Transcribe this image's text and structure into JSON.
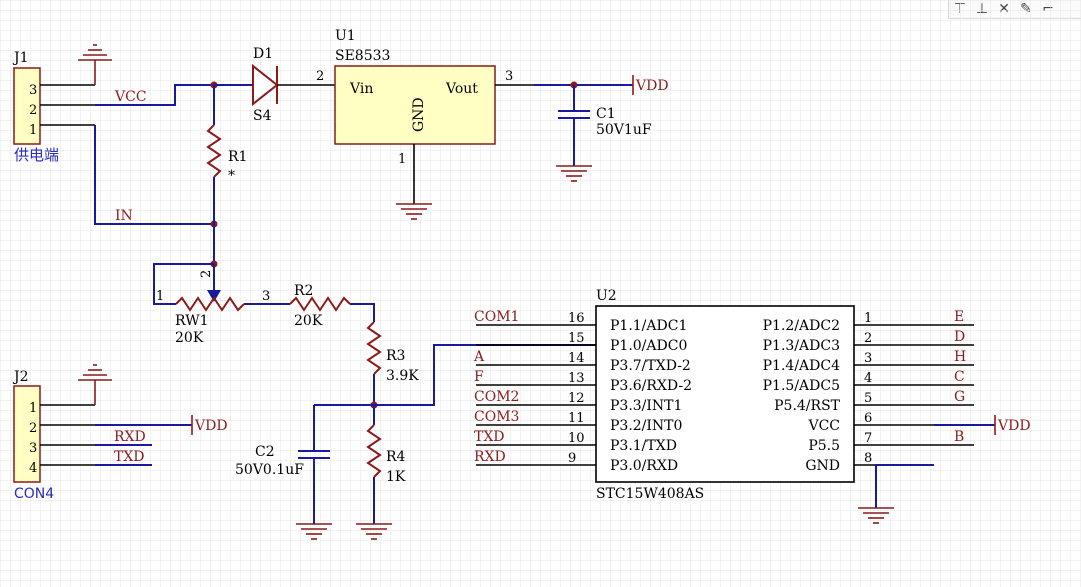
{
  "toolbar": {
    "items": [
      {
        "name": "align-top-icon",
        "glyph": "⊤"
      },
      {
        "name": "align-bottom-icon",
        "glyph": "⊥"
      },
      {
        "name": "close-icon",
        "glyph": "✕"
      },
      {
        "name": "pen-icon",
        "glyph": "✎"
      },
      {
        "name": "wire-tool-icon",
        "glyph": "⌐"
      }
    ]
  },
  "j1": {
    "ref": "J1",
    "caption": "供电端",
    "pins": [
      "3",
      "2",
      "1"
    ]
  },
  "j2": {
    "ref": "J2",
    "caption": "CON4",
    "pins": [
      "1",
      "2",
      "3",
      "4"
    ]
  },
  "d1": {
    "ref": "D1",
    "value": "S4"
  },
  "u1": {
    "ref": "U1",
    "part": "SE8533",
    "vin": "Vin",
    "vout": "Vout",
    "gnd": "GND",
    "pin_vin": "2",
    "pin_vout": "3",
    "pin_gnd": "1"
  },
  "c1": {
    "ref": "C1",
    "value": "50V1uF"
  },
  "c2": {
    "ref": "C2",
    "value": "50V0.1uF"
  },
  "r1": {
    "ref": "R1",
    "value": "*"
  },
  "r2": {
    "ref": "R2",
    "value": "20K"
  },
  "r3": {
    "ref": "R3",
    "value": "3.9K"
  },
  "r4": {
    "ref": "R4",
    "value": "1K"
  },
  "rw1": {
    "ref": "RW1",
    "value": "20K",
    "pin1": "1",
    "pin2": "2",
    "pin3": "3"
  },
  "nets": {
    "vcc": "VCC",
    "in": "IN",
    "vdd_top": "VDD",
    "vdd_j2": "VDD",
    "vdd_u2": "VDD",
    "rxd": "RXD",
    "txd": "TXD"
  },
  "u2": {
    "ref": "U2",
    "part": "STC15W408AS",
    "left_pins": [
      {
        "num": "16",
        "name": "P1.1/ADC1",
        "net": "COM1"
      },
      {
        "num": "15",
        "name": "P1.0/ADC0",
        "net": ""
      },
      {
        "num": "14",
        "name": "P3.7/TXD-2",
        "net": "A"
      },
      {
        "num": "13",
        "name": "P3.6/RXD-2",
        "net": "F"
      },
      {
        "num": "12",
        "name": "P3.3/INT1",
        "net": "COM2"
      },
      {
        "num": "11",
        "name": "P3.2/INT0",
        "net": "COM3"
      },
      {
        "num": "10",
        "name": "P3.1/TXD",
        "net": "TXD"
      },
      {
        "num": "9",
        "name": "P3.0/RXD",
        "net": "RXD"
      }
    ],
    "right_pins": [
      {
        "num": "1",
        "name": "P1.2/ADC2",
        "net": "E"
      },
      {
        "num": "2",
        "name": "P1.3/ADC3",
        "net": "D"
      },
      {
        "num": "3",
        "name": "P1.4/ADC4",
        "net": "H"
      },
      {
        "num": "4",
        "name": "P1.5/ADC5",
        "net": "C"
      },
      {
        "num": "5",
        "name": "P5.4/RST",
        "net": "G"
      },
      {
        "num": "6",
        "name": "VCC",
        "net": ""
      },
      {
        "num": "7",
        "name": "P5.5",
        "net": "B"
      },
      {
        "num": "8",
        "name": "GND",
        "net": ""
      }
    ]
  }
}
